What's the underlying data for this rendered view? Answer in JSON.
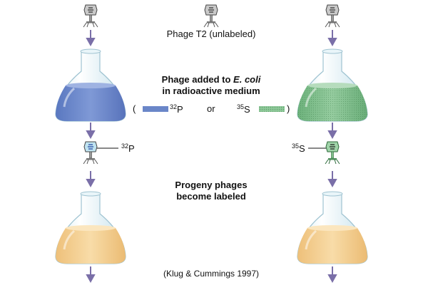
{
  "phage_label": "Phage T2 (unlabeled)",
  "added_label": {
    "line1_prefix": "Phage added to ",
    "line1_italic": "E. coli",
    "line2": "in radioactive medium"
  },
  "legend": {
    "open_paren": "(",
    "close_paren": ")",
    "or_text": "or",
    "p32": {
      "mass": "32",
      "element": "P"
    },
    "s35": {
      "mass": "35",
      "element": "S"
    }
  },
  "progeny_label": {
    "line1": "Progeny phages",
    "line2": "become labeled"
  },
  "citation": "(Klug & Cummings 1997)",
  "colors": {
    "p32_medium": "#6a86c8",
    "s35_medium": "#7fbf8a",
    "progeny_medium": "#f4cf8c",
    "arrow": "#7a6fa8",
    "phage_head": "#c8c8c8"
  },
  "icons": {
    "phage": "bacteriophage-icon",
    "flask": "erlenmeyer-flask-icon",
    "arrow": "down-arrow-icon"
  }
}
